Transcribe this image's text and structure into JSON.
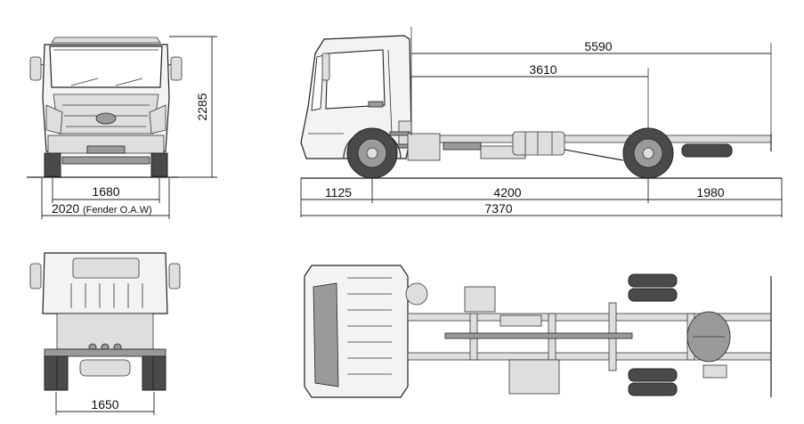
{
  "dimensions": {
    "front_track": "1680",
    "overall_width_value": "2020",
    "overall_width_note": "(Fender O.A.W)",
    "overall_height": "2285",
    "cab_to_rear_end": "5590",
    "cab_to_rear_axle": "3610",
    "front_overhang": "1125",
    "wheelbase": "4200",
    "rear_overhang": "1980",
    "overall_length": "7370",
    "rear_track": "1650"
  },
  "colors": {
    "line": "#222222",
    "tire": "#4a4a4a",
    "panel": "#f3f3f3"
  }
}
